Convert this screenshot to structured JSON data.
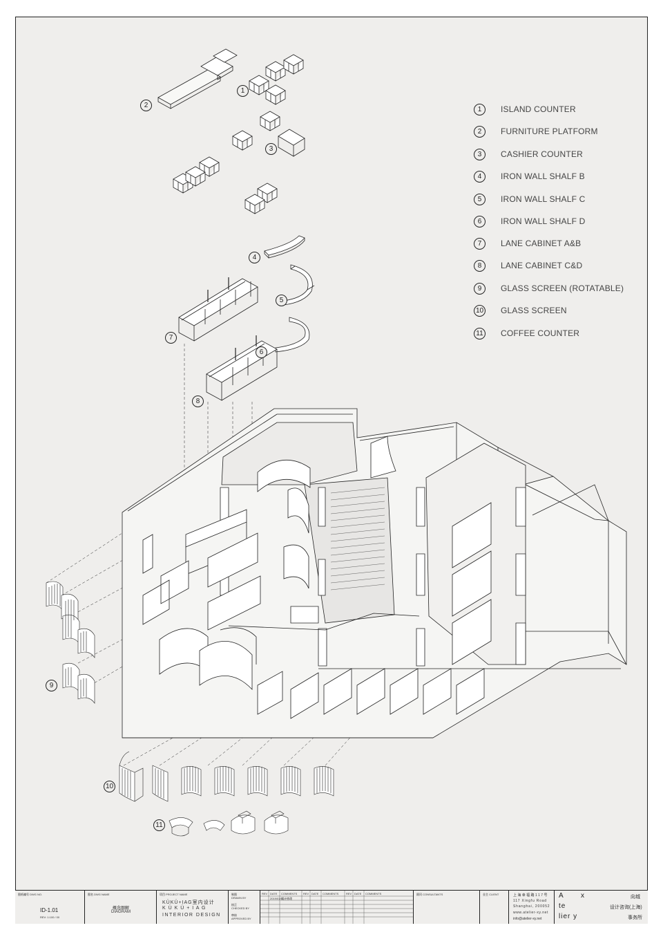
{
  "legend": [
    {
      "num": "1",
      "label": "ISLAND COUNTER"
    },
    {
      "num": "2",
      "label": "FURNITURE PLATFORM"
    },
    {
      "num": "3",
      "label": "CASHIER COUNTER"
    },
    {
      "num": "4",
      "label": "IRON WALL SHALF B"
    },
    {
      "num": "5",
      "label": "IRON WALL SHALF C"
    },
    {
      "num": "6",
      "label": "IRON WALL SHALF D"
    },
    {
      "num": "7",
      "label": "LANE CABINET A&B"
    },
    {
      "num": "8",
      "label": "LANE CABINET C&D"
    },
    {
      "num": "9",
      "label": "GLASS SCREEN (ROTATABLE)"
    },
    {
      "num": "10",
      "label": "GLASS SCREEN"
    },
    {
      "num": "11",
      "label": "COFFEE COUNTER"
    }
  ],
  "callouts": [
    "1",
    "2",
    "3",
    "4",
    "5",
    "6",
    "7",
    "8",
    "9",
    "10",
    "11"
  ],
  "titleblock": {
    "dwg_no_caption": "图纸编号 DWG NO.",
    "dwg_no": "ID-1.01",
    "rev": "REV: 1:100 / 00",
    "dwg_name_caption": "图名 DWG NAME",
    "dwg_name_cn": "概念图解",
    "dwg_name_en": "DIAGRAM",
    "project_caption": "项目 PROJECT NAME",
    "project_line1": "KÜKÜ+IAG室内设计",
    "project_line2": "K Ü K Ü + I A G",
    "project_line3": "INTERIOR DESIGN",
    "drawn_caption": "制图",
    "drawn_by": "DRAWN BY",
    "checked_caption": "校正",
    "checked_by": "CHECKED BY",
    "approved_caption": "审核",
    "approved_by": "APPROVED BY",
    "rev_headers": [
      "REV",
      "DATE",
      "COMMENTS",
      "REV",
      "DATE",
      "COMMENTS",
      "REV",
      "DATE",
      "COMMENTS"
    ],
    "rev_date_1": "2019/01/01",
    "rev_comment_1": "设计修改",
    "consultant_caption": "顾问 CONSULTANTS",
    "client_caption": "业主 CLIENT",
    "address_cn": "上 海 幸 福 路 1 1 7 号",
    "address_en": "117 Xingfu Road",
    "city": "Shanghai, 200052",
    "web": "www.atelier-xy.net",
    "email": "info@atelier-xy.net",
    "logo_rows": [
      {
        "left": "A",
        "mid": "x",
        "right": "向城"
      },
      {
        "left": "te",
        "mid": "",
        "right": "设计咨询(上海)"
      },
      {
        "left": "lier y",
        "mid": "",
        "right": "事务所"
      }
    ]
  }
}
